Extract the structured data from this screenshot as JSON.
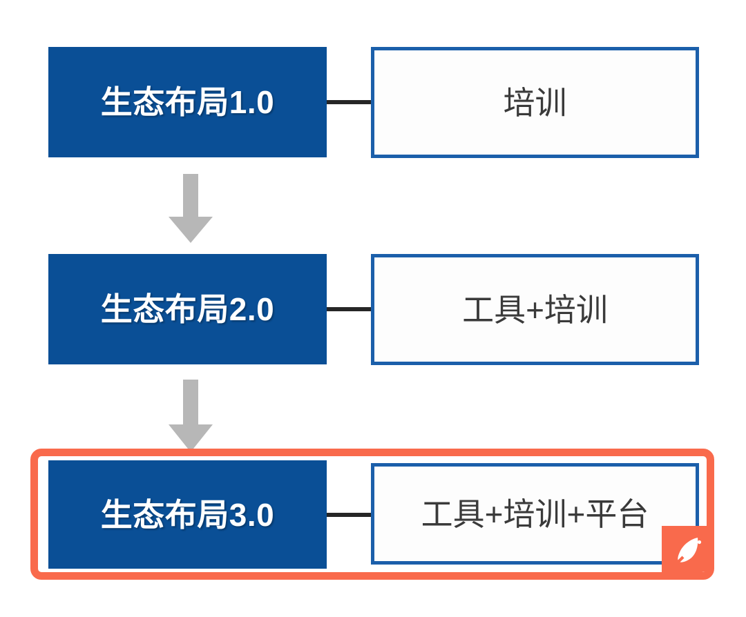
{
  "diagram": {
    "type": "flow",
    "orientation": "vertical",
    "colors": {
      "stage_fill": "#0a4f96",
      "stage_text": "#ffffff",
      "detail_border": "#1b5faa",
      "detail_fill": "#fdfdfd",
      "detail_text": "#3a3a3a",
      "connector": "#262626",
      "arrow": "#b7b7b7",
      "highlight": "#f96a4c",
      "background": "#ffffff"
    },
    "rows": [
      {
        "stage_label": "生态布局1.0",
        "detail_label": "培训",
        "highlighted": false
      },
      {
        "stage_label": "生态布局2.0",
        "detail_label": "工具+培训",
        "highlighted": false
      },
      {
        "stage_label": "生态布局3.0",
        "detail_label": "工具+培训+平台",
        "highlighted": true
      }
    ],
    "arrows": [
      {
        "from": "生态布局1.0",
        "to": "生态布局2.0",
        "direction": "down"
      },
      {
        "from": "生态布局2.0",
        "to": "生态布局3.0",
        "direction": "down"
      }
    ],
    "badge": {
      "icon": "feather-icon",
      "color": "#f96a4c"
    }
  }
}
